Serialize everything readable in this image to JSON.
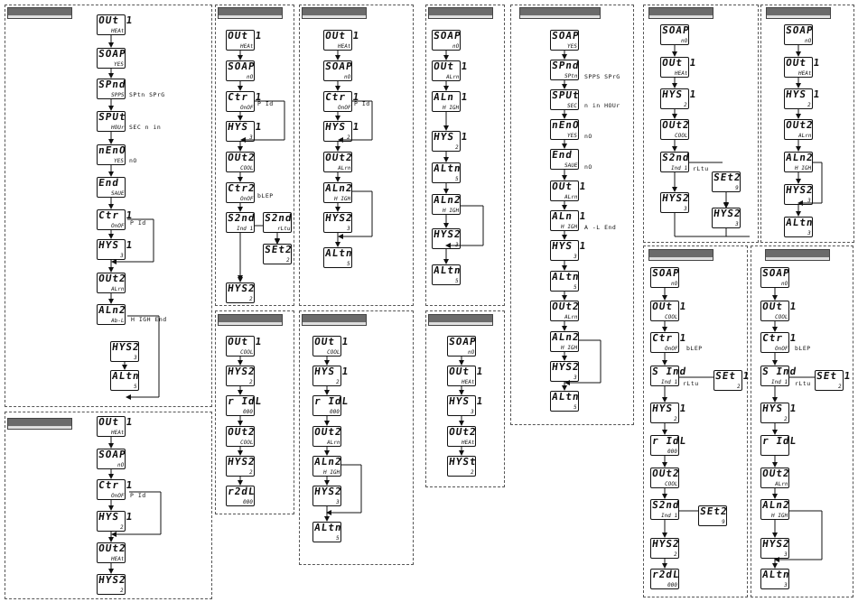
{
  "panels": [
    {
      "name": "p1",
      "items": [
        [
          "OUt 1",
          "HEAt"
        ],
        [
          "SOAP",
          "YES"
        ],
        [
          "SPnd",
          "SPPS"
        ],
        [
          "SPUt",
          "HOUr"
        ],
        [
          "nEnO",
          "YES"
        ],
        [
          "End",
          "SAUE"
        ],
        [
          "Ctr 1",
          "OnOF"
        ],
        [
          "HYS 1",
          "3"
        ],
        [
          "OUt2",
          "ALrn"
        ],
        [
          "ALn2",
          "Ab-L"
        ],
        [
          "HYS2",
          "3"
        ],
        [
          "ALtn",
          "5"
        ]
      ],
      "notes": [
        "SPtn SPrG",
        "SEC n in",
        "nO",
        "P Id",
        "H IGH End"
      ]
    },
    {
      "name": "p2",
      "items": [
        [
          "OUt 1",
          "HEAt"
        ],
        [
          "SOAP",
          "nO"
        ],
        [
          "Ctr 1",
          "OnOF"
        ],
        [
          "HYS 1",
          "2"
        ],
        [
          "OUt2",
          "HEAt"
        ],
        [
          "HYS2",
          "2"
        ]
      ],
      "notes": [
        "P Id"
      ]
    },
    {
      "name": "p3",
      "items": [
        [
          "OUt 1",
          "HEAt"
        ],
        [
          "SOAP",
          "nO"
        ],
        [
          "Ctr 1",
          "OnOF"
        ],
        [
          "HYS 1",
          "3"
        ],
        [
          "OUt2",
          "COOL"
        ],
        [
          "Ctr2",
          "OnOF"
        ],
        [
          "S2nd",
          "Ind 1"
        ],
        [
          "HYS2",
          "2"
        ],
        [
          "S2nd",
          "rLtu"
        ],
        [
          "SEt2",
          "2"
        ]
      ],
      "notes": [
        "P Id",
        "bLEP"
      ]
    },
    {
      "name": "p4",
      "items": [
        [
          "OUt 1",
          "COOL"
        ],
        [
          "HYS2",
          "2"
        ],
        [
          "r IdL",
          "000"
        ],
        [
          "OUt2",
          "COOL"
        ],
        [
          "HYS2",
          "2"
        ],
        [
          "r2dL",
          "000"
        ]
      ],
      "notes": []
    },
    {
      "name": "p5",
      "items": [
        [
          "OUt 1",
          "HEAt"
        ],
        [
          "SOAP",
          "nO"
        ],
        [
          "Ctr 1",
          "OnOF"
        ],
        [
          "HYS 1",
          "2"
        ],
        [
          "OUt2",
          "ALrn"
        ],
        [
          "ALn2",
          "H IGH"
        ],
        [
          "HYS2",
          "3"
        ],
        [
          "ALtn",
          "5"
        ]
      ],
      "notes": [
        "P Id"
      ]
    },
    {
      "name": "p6",
      "items": [
        [
          "OUt 1",
          "COOL"
        ],
        [
          "HYS 1",
          "2"
        ],
        [
          "r IdL",
          "000"
        ],
        [
          "OUt2",
          "ALrn"
        ],
        [
          "ALn2",
          "H IGH"
        ],
        [
          "HYS2",
          "3"
        ],
        [
          "ALtn",
          "5"
        ]
      ],
      "notes": []
    },
    {
      "name": "p7",
      "items": [
        [
          "SOAP",
          "nO"
        ],
        [
          "OUt 1",
          "ALrn"
        ],
        [
          "ALn 1",
          "H IGH"
        ],
        [
          "HYS 1",
          "2"
        ],
        [
          "ALtn",
          "5"
        ],
        [
          "ALn2",
          "H IGH"
        ],
        [
          "HYS2",
          "3"
        ],
        [
          "ALtn",
          "5"
        ]
      ],
      "notes": []
    },
    {
      "name": "p8",
      "items": [
        [
          "SOAP",
          "nO"
        ],
        [
          "OUt 1",
          "HEAt"
        ],
        [
          "HYS 1",
          "3"
        ],
        [
          "OUt2",
          "HEAt"
        ],
        [
          "HYSt",
          "2"
        ]
      ],
      "notes": []
    },
    {
      "name": "p9",
      "items": [
        [
          "SOAP",
          "YES"
        ],
        [
          "SPnd",
          "SPtn"
        ],
        [
          "SPUt",
          "SEC"
        ],
        [
          "nEnO",
          "YES"
        ],
        [
          "End",
          "SAUE"
        ],
        [
          "OUt 1",
          "ALrn"
        ],
        [
          "ALn 1",
          "H IGH"
        ],
        [
          "HYS 1",
          "3"
        ],
        [
          "ALtn",
          "5"
        ],
        [
          "OUt2",
          "ALrn"
        ],
        [
          "ALn2",
          "H IGH"
        ],
        [
          "HYS2",
          "3"
        ],
        [
          "ALtn",
          "5"
        ]
      ],
      "notes": [
        "SPPS SPrG",
        "n in HOUr",
        "nO",
        "nO",
        "A -L End"
      ]
    },
    {
      "name": "p10",
      "items": [
        [
          "SOAP",
          "nO"
        ],
        [
          "OUt 1",
          "HEAt"
        ],
        [
          "HYS 1",
          "2"
        ],
        [
          "OUt2",
          "COOL"
        ],
        [
          "S2nd",
          "Ind 1"
        ],
        [
          "HYS2",
          "3"
        ],
        [
          "SEt2",
          "9"
        ],
        [
          "HYS2",
          "3"
        ]
      ],
      "notes": [
        "rLtu"
      ]
    },
    {
      "name": "p11",
      "items": [
        [
          "SOAP",
          "nO"
        ],
        [
          "OUt 1",
          "HEAt"
        ],
        [
          "HYS 1",
          "2"
        ],
        [
          "OUt2",
          "ALrn"
        ],
        [
          "ALn2",
          "H IGH"
        ],
        [
          "HYS2",
          "3"
        ],
        [
          "ALtn",
          "3"
        ]
      ],
      "notes": []
    },
    {
      "name": "p12",
      "items": [
        [
          "SOAP",
          "nO"
        ],
        [
          "OUt 1",
          "COOL"
        ],
        [
          "Ctr 1",
          "OnOF"
        ],
        [
          "S Ind",
          "Ind 1"
        ],
        [
          "HYS 1",
          "2"
        ],
        [
          "r IdL",
          "000"
        ],
        [
          "OUt2",
          "COOL"
        ],
        [
          "S2nd",
          "Ind 1"
        ],
        [
          "HYS2",
          "2"
        ],
        [
          "r2dL",
          "000"
        ],
        [
          "SEt 1",
          "2"
        ],
        [
          "SEt2",
          "9"
        ]
      ],
      "notes": [
        "bLEP",
        "rLtu"
      ]
    },
    {
      "name": "p13",
      "items": [
        [
          "SOAP",
          "nO"
        ],
        [
          "OUt 1",
          "COOL"
        ],
        [
          "Ctr 1",
          "OnOF"
        ],
        [
          "S Ind",
          "Ind 1"
        ],
        [
          "HYS 1",
          "2"
        ],
        [
          "r IdL",
          ""
        ],
        [
          "OUt2",
          "ALrn"
        ],
        [
          "ALn2",
          "H IGH"
        ],
        [
          "HYS2",
          "3"
        ],
        [
          "ALtn",
          "3"
        ],
        [
          "SEt 1",
          "2"
        ]
      ],
      "notes": [
        "bLEP",
        "rLtu"
      ]
    }
  ]
}
